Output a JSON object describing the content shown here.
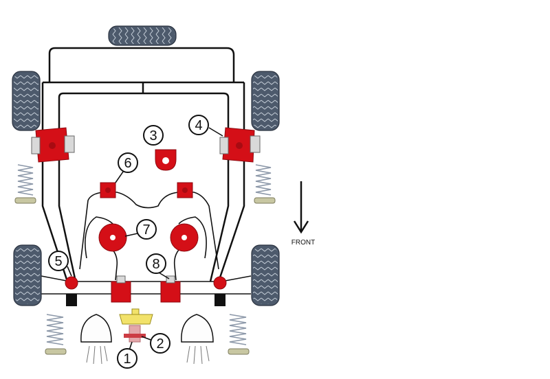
{
  "callouts": [
    {
      "number": "1"
    },
    {
      "number": "2"
    },
    {
      "number": "3"
    },
    {
      "number": "4"
    },
    {
      "number": "5"
    },
    {
      "number": "6"
    },
    {
      "number": "7"
    },
    {
      "number": "8"
    }
  ],
  "direction": {
    "label": "FRONT"
  },
  "colors": {
    "bush": "#d40f17",
    "tyre": "#4d5a6c",
    "spring": "#8b97a8",
    "differential_mount": "#f2e26a",
    "frame": "#111111"
  }
}
